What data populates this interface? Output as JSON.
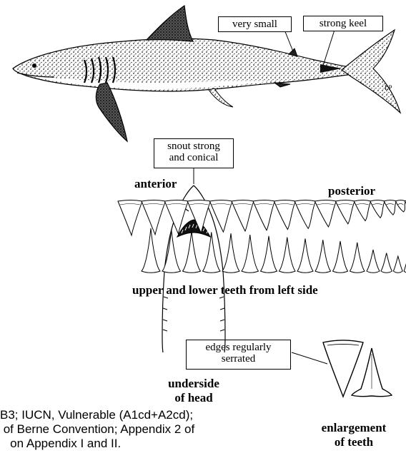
{
  "callouts": {
    "very_small": "very small",
    "strong_keel": "strong keel",
    "snout_line1": "snout strong",
    "snout_line2": "and conical",
    "edges_line1": "edges regularly",
    "edges_line2": "serrated"
  },
  "labels": {
    "anterior": "anterior",
    "posterior": "posterior",
    "teeth_caption": "upper and lower teeth from left side",
    "underside_line1": "underside",
    "underside_line2": "of head",
    "enlargement_line1": "enlargement",
    "enlargement_line2": "of teeth"
  },
  "footer_text": {
    "line1": "B3; IUCN, Vulnerable (A1cd+A2cd);",
    "line2": " of Berne Convention; Appendix 2 of",
    "line3": "   on Appendix I and II."
  }
}
